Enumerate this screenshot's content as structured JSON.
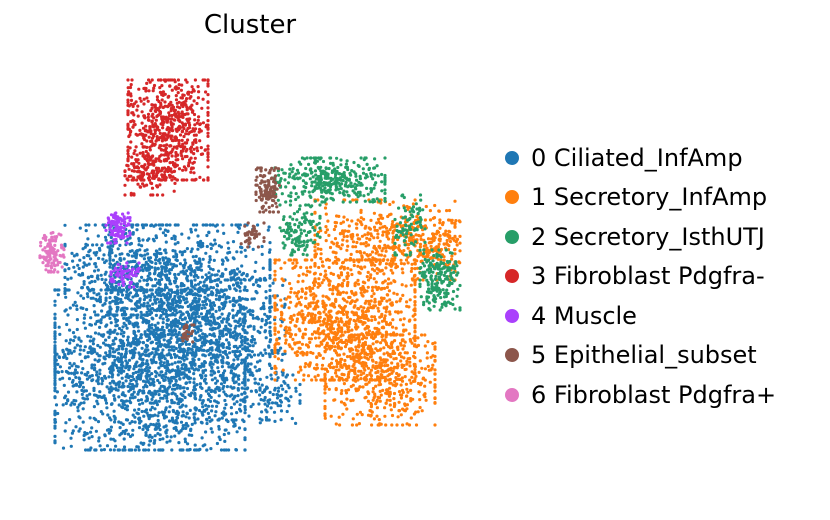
{
  "chart_data": {
    "type": "scatter",
    "title": "Cluster",
    "xlabel": "",
    "ylabel": "",
    "grid": false,
    "axes_visible": false,
    "legend_position": "right",
    "series": [
      {
        "name": "0 Ciliated_InfAmp",
        "color": "#1f77b4",
        "clusters": [
          [
            150,
            370,
            95,
            80,
            1800
          ],
          [
            190,
            290,
            80,
            65,
            900
          ],
          [
            120,
            270,
            55,
            45,
            380
          ],
          [
            240,
            350,
            45,
            70,
            380
          ],
          [
            280,
            400,
            20,
            25,
            60
          ]
        ]
      },
      {
        "name": "1 Secretory_InfAmp",
        "color": "#ff7f0e",
        "clusters": [
          [
            345,
            320,
            70,
            60,
            1000
          ],
          [
            385,
            240,
            70,
            40,
            450
          ],
          [
            380,
            380,
            55,
            45,
            450
          ],
          [
            435,
            245,
            25,
            25,
            120
          ]
        ]
      },
      {
        "name": "2 Secretory_IsthUTJ",
        "color": "#279e68",
        "clusters": [
          [
            330,
            180,
            55,
            22,
            350
          ],
          [
            440,
            280,
            20,
            30,
            200
          ],
          [
            410,
            225,
            15,
            30,
            80
          ],
          [
            300,
            230,
            20,
            25,
            120
          ]
        ]
      },
      {
        "name": "3 Fibroblast Pdgfra-",
        "color": "#d62728",
        "clusters": [
          [
            168,
            130,
            40,
            50,
            650
          ],
          [
            150,
            175,
            25,
            20,
            120
          ]
        ]
      },
      {
        "name": "4 Muscle",
        "color": "#aa40fc",
        "clusters": [
          [
            118,
            228,
            12,
            15,
            100
          ],
          [
            125,
            275,
            14,
            12,
            60
          ]
        ]
      },
      {
        "name": "5 Epithelial_subset",
        "color": "#8c564b",
        "clusters": [
          [
            268,
            190,
            12,
            22,
            120
          ],
          [
            252,
            235,
            12,
            12,
            40
          ],
          [
            188,
            335,
            6,
            10,
            25
          ]
        ]
      },
      {
        "name": "6 Fibroblast Pdgfra+",
        "color": "#e377c2",
        "clusters": [
          [
            52,
            252,
            12,
            20,
            110
          ]
        ]
      }
    ]
  }
}
